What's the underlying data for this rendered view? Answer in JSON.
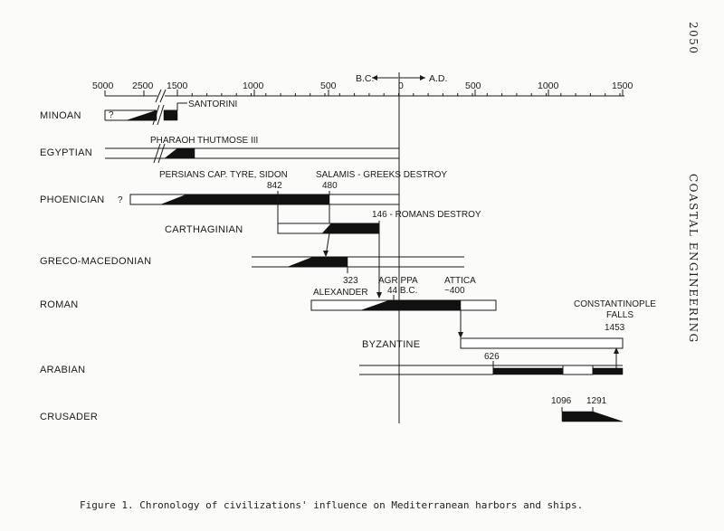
{
  "page_number": "2050",
  "side_title": "COASTAL ENGINEERING",
  "direction": {
    "bc": "B.C.",
    "ad": "A.D."
  },
  "axis_ticks": [
    "5000",
    "2500",
    "1500",
    "1000",
    "500",
    "0",
    "500",
    "1000",
    "1500"
  ],
  "rows": [
    {
      "label": "MINOAN",
      "prefix": "?"
    },
    {
      "label": "EGYPTIAN"
    },
    {
      "label": "PHOENICIAN",
      "prefix": "?"
    },
    {
      "label": "CARTHAGINIAN"
    },
    {
      "label": "GRECO-MACEDONIAN"
    },
    {
      "label": "ROMAN"
    },
    {
      "label": "BYZANTINE"
    },
    {
      "label": "ARABIAN"
    },
    {
      "label": "CRUSADER"
    }
  ],
  "annotations": {
    "santorini": "SANTORINI",
    "pharaoh": "PHARAOH THUTMOSE III",
    "persians": "PERSIANS CAP. TYRE, SIDON",
    "salamis": "SALAMIS - GREEKS DESTROY",
    "y842": "842",
    "y480": "480",
    "romans_destroy": "146 - ROMANS DESTROY",
    "y323": "323",
    "alexander": "ALEXANDER",
    "agrippa": "AGRIPPA",
    "bc44": "44 B.C.",
    "attica": "ATTICA",
    "attica_year": "~400",
    "constantinople": "CONSTANTINOPLE",
    "falls": "FALLS",
    "y1453": "1453",
    "y626": "626",
    "y1096": "1096",
    "y1291": "1291"
  },
  "caption": "Figure 1.  Chronology of civilizations' influence on Mediterranean harbors and ships."
}
